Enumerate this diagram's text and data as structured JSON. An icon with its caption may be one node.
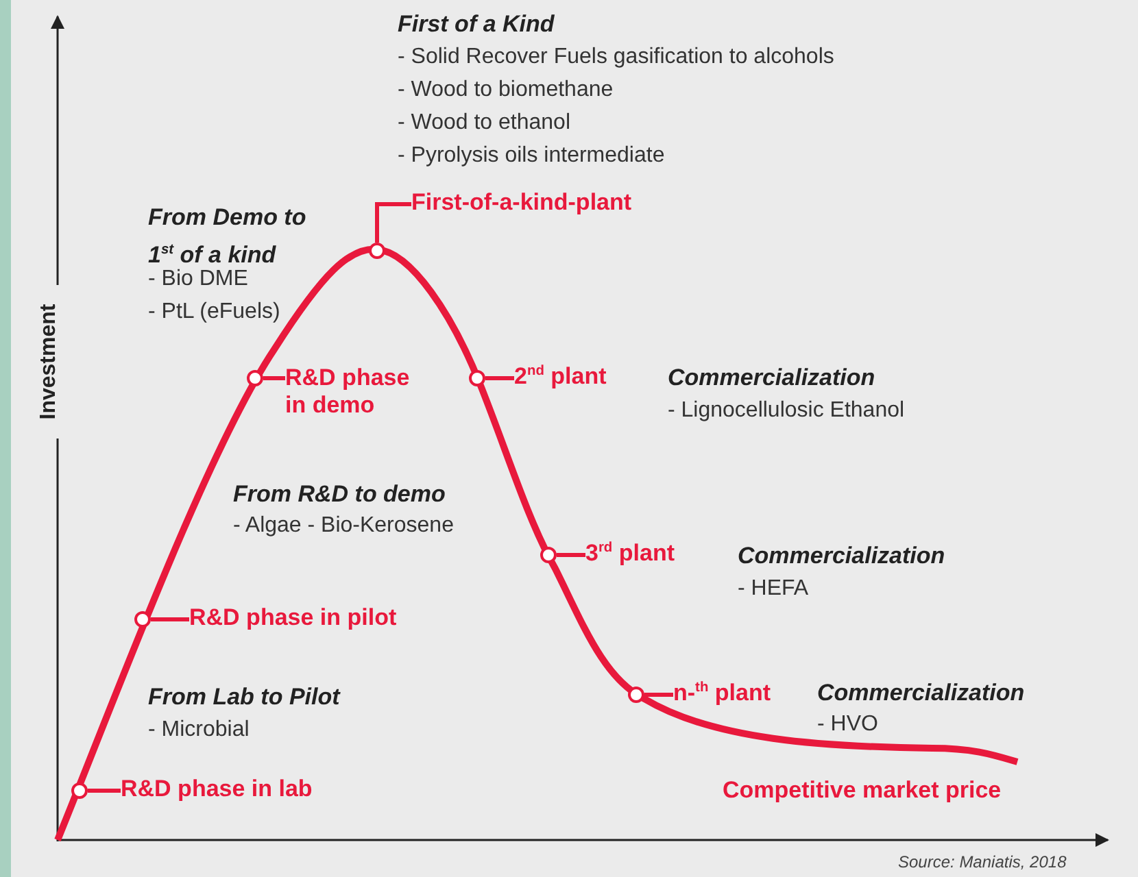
{
  "diagram": {
    "nodes": [
      {
        "text": [
          "R&D phase in lab"
        ]
      },
      {
        "text": [],
        "shape": "circle"
      },
      {
        "text": [
          "R&D phase in pilot"
        ]
      },
      {
        "text": [],
        "shape": "circle"
      },
      {
        "text": [
          "R&D phase in demo"
        ]
      },
      {
        "text": [],
        "shape": "circle"
      },
      {
        "text": [
          "First-of-a-kind-plant"
        ]
      },
      {
        "text": [],
        "shape": "circle"
      },
      {
        "text": [
          "2$^{nd}$ plant"
        ]
      },
      {
        "text": [],
        "shape": "circle"
      },
      {
        "text": [
          "3$^{rd}$ plant"
        ]
      },
      {
        "text": [],
        "shape": "circle"
      },
      {
        "text": [
          "n-$^{th}$ plant"
        ]
      },
      {
        "text": [],
        "shape": "circle"
      }
    ],
    "edges": [
      {
        "from": 0,
        "to": 1,
        "arrow": "none"
      },
      {
        "from": 2,
        "to": 3,
        "arrow": "none"
      },
      {
        "from": 4,
        "to": 5,
        "arrow": "none"
      },
      {
        "from": 6,
        "to": 7,
        "arrow": "none"
      },
      {
        "from": 8,
        "to": 9,
        "arrow": "none"
      },
      {
        "from": 10,
        "to": 11,
        "arrow": "none"
      },
      {
        "from": 12,
        "to": 13,
        "arrow": "none"
      }
    ],
    "labels": [
      "First of a Kind",
      "- Solid Recover Fuels gasification to alcohols",
      "- Wood to biomethane",
      "- Wood to ethanol",
      "- Pyrolysis oils intermediate",
      "From Demo to 1$^{st}$ of a kind",
      "- Bio DME",
      "- PtL (eFuels)",
      "Investment",
      "Commercialization",
      "- Lignocellulosic Ethanol",
      "From R&D to demo",
      "- Algae - Bio-Kerosene",
      "Commercialization",
      "- HEFA",
      "From Lab to Pilot",
      "- Microbial",
      "Commercialization",
      "- HVO",
      "Competitive market price",
      "Source: Maniatis, 2018"
    ]
  }
}
